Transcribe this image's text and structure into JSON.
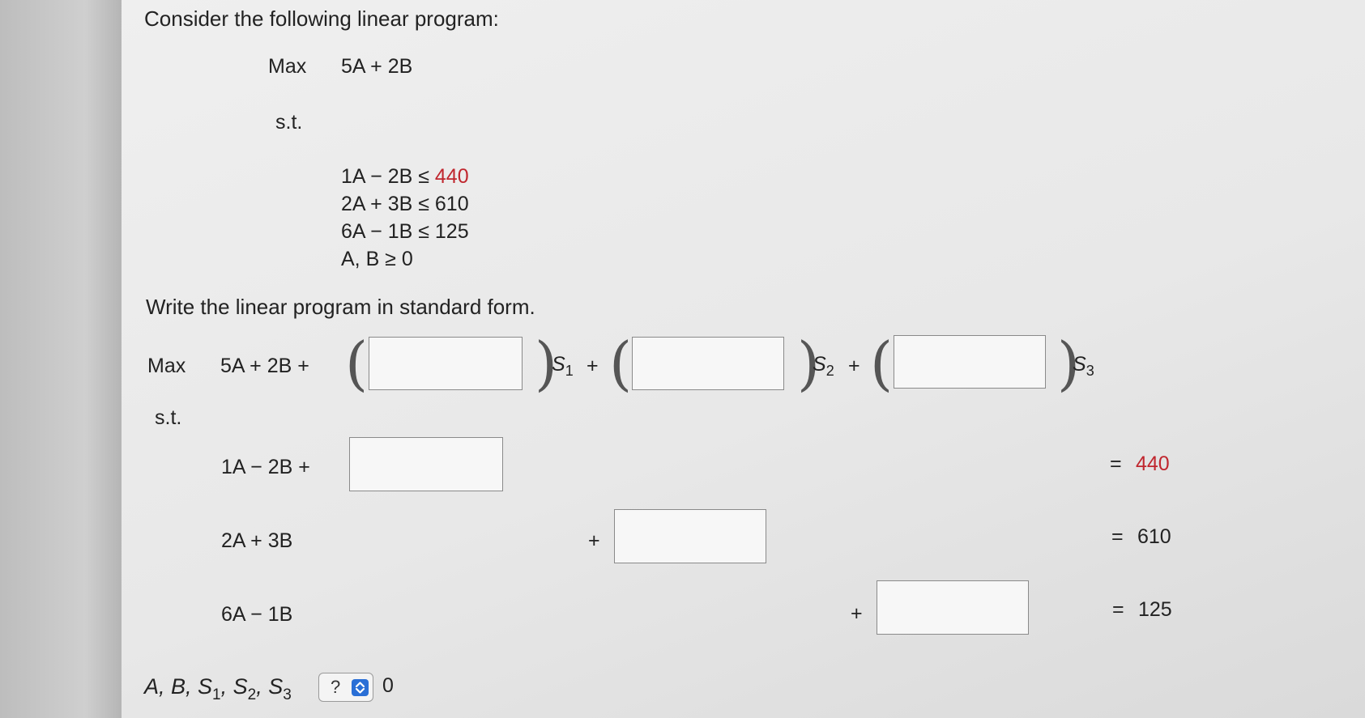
{
  "problem": {
    "heading": "Consider the following linear program:",
    "objective_word": "Max",
    "objective_expr": "5A + 2B",
    "st_label": "s.t.",
    "constraints": [
      {
        "lhs": "1A − 2B ≤",
        "rhs": "440"
      },
      {
        "lhs": "2A + 3B ≤",
        "rhs": "610"
      },
      {
        "lhs": "6A − 1B ≤",
        "rhs": "125"
      },
      {
        "lhs": "A, B ≥",
        "rhs": "0"
      }
    ]
  },
  "instruction": "Write the linear program in standard form.",
  "standard_form": {
    "objective_word": "Max",
    "objective_prefix": "5A + 2B +",
    "plus": "+",
    "slack_vars": [
      "S",
      "S",
      "S"
    ],
    "slack_subs": [
      "1",
      "2",
      "3"
    ],
    "objective_inputs": [
      "",
      "",
      ""
    ],
    "st_label": "s.t.",
    "rows": [
      {
        "lhs": "1A − 2B +",
        "slack_input": "",
        "equals": "=",
        "rhs": "440"
      },
      {
        "lhs": "2A + 3B",
        "plus": "+",
        "slack_input": "",
        "equals": "=",
        "rhs": "610"
      },
      {
        "lhs": "6A − 1B",
        "plus": "+",
        "slack_input": "",
        "equals": "=",
        "rhs": "125"
      }
    ],
    "nonneg": {
      "vars": "A, B, S",
      "select_value": "?",
      "rhs": "0"
    }
  },
  "colors": {
    "accent": "#c0262e",
    "select_icon": "#2a6fd6"
  },
  "icons": [
    "chevron-updown-icon"
  ]
}
